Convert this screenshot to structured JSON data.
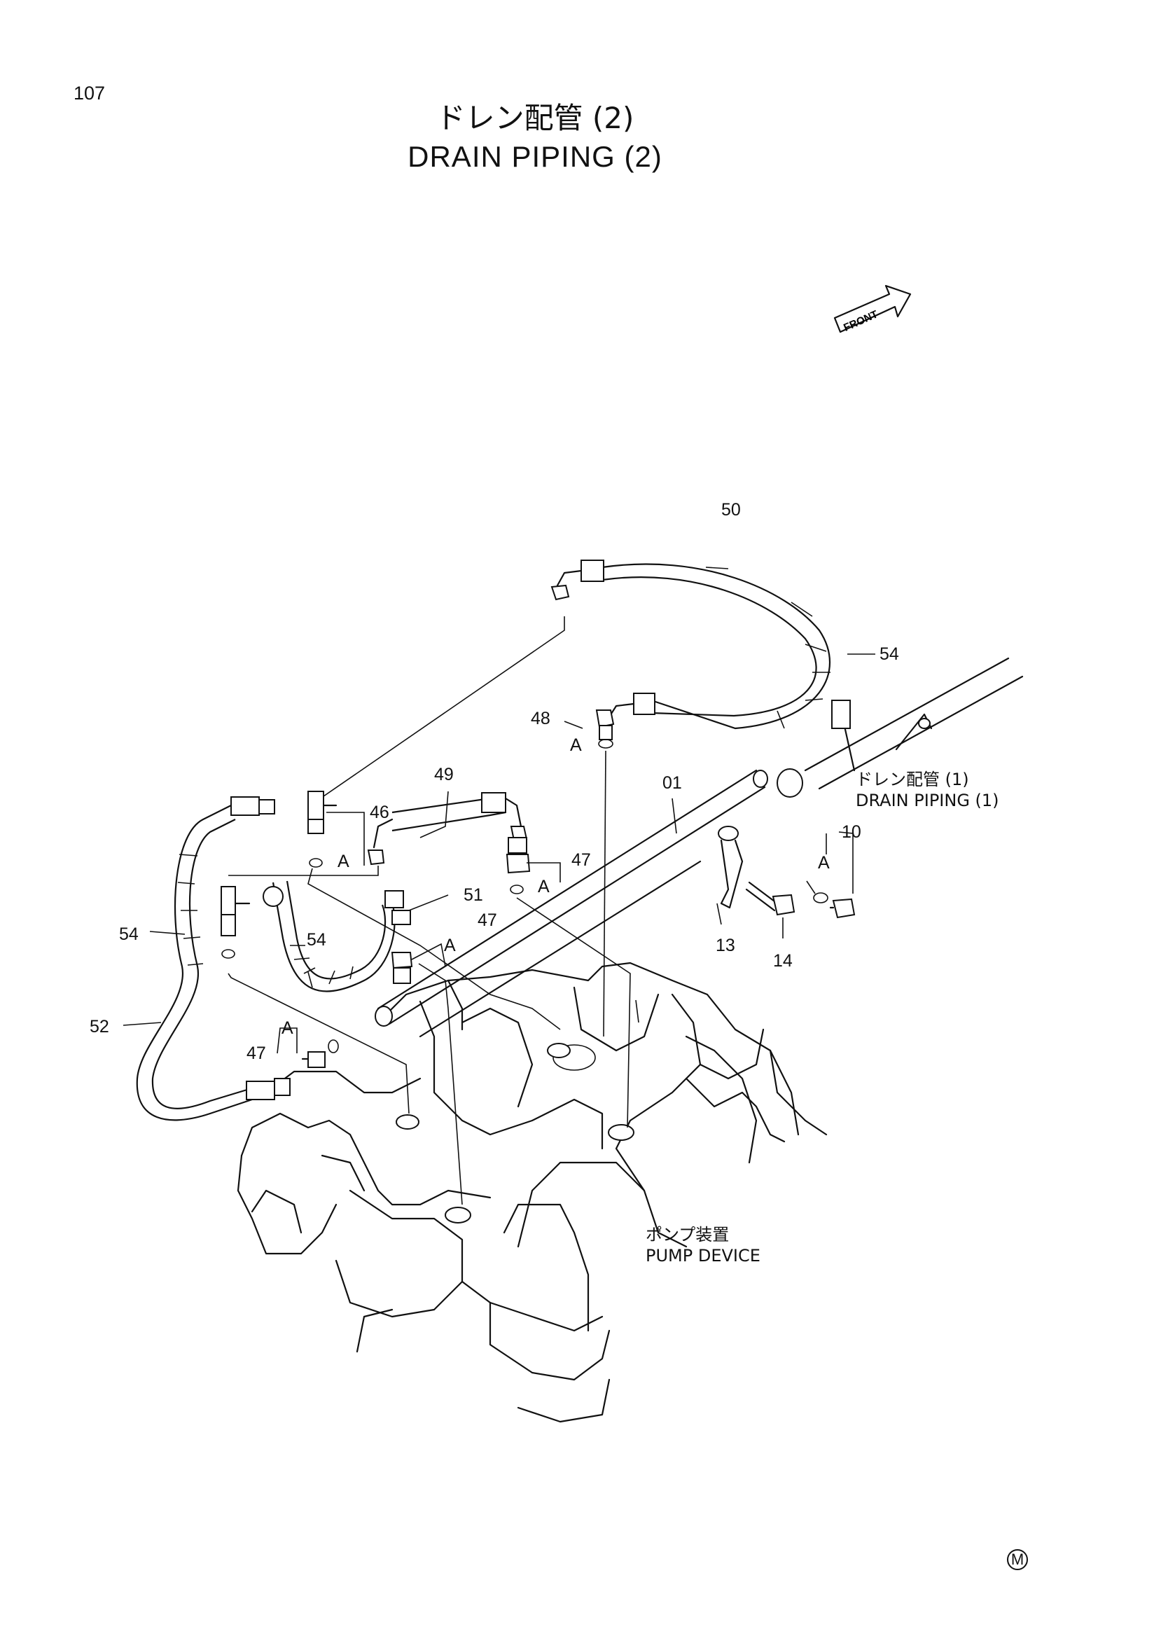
{
  "page": {
    "number": "107"
  },
  "title": {
    "japanese": "ドレン配管 (2)",
    "english": "DRAIN PIPING (2)"
  },
  "front_label": "FRONT",
  "callouts": [
    {
      "id": "c50",
      "text": "50"
    },
    {
      "id": "c54a",
      "text": "54"
    },
    {
      "id": "c48",
      "text": "48"
    },
    {
      "id": "c48a",
      "text": "A"
    },
    {
      "id": "c49",
      "text": "49"
    },
    {
      "id": "c01",
      "text": "01"
    },
    {
      "id": "c46",
      "text": "46"
    },
    {
      "id": "c46a",
      "text": "A"
    },
    {
      "id": "c47a",
      "text": "47"
    },
    {
      "id": "c47aa",
      "text": "A"
    },
    {
      "id": "c10",
      "text": "10"
    },
    {
      "id": "c10a",
      "text": "A"
    },
    {
      "id": "c51",
      "text": "51"
    },
    {
      "id": "c47b",
      "text": "47"
    },
    {
      "id": "c47ba",
      "text": "A"
    },
    {
      "id": "c54b",
      "text": "54"
    },
    {
      "id": "c54c",
      "text": "54"
    },
    {
      "id": "c13",
      "text": "13"
    },
    {
      "id": "c14",
      "text": "14"
    },
    {
      "id": "c52",
      "text": "52"
    },
    {
      "id": "c47c",
      "text": "47"
    },
    {
      "id": "c47ca",
      "text": "A"
    }
  ],
  "cross_refs": {
    "drain_piping_1": {
      "jp": "ドレン配管 (1)",
      "en": "DRAIN PIPING (1)"
    },
    "pump_device": {
      "jp": "ポンプ装置",
      "en": "PUMP DEVICE"
    }
  },
  "corner_mark": "M"
}
